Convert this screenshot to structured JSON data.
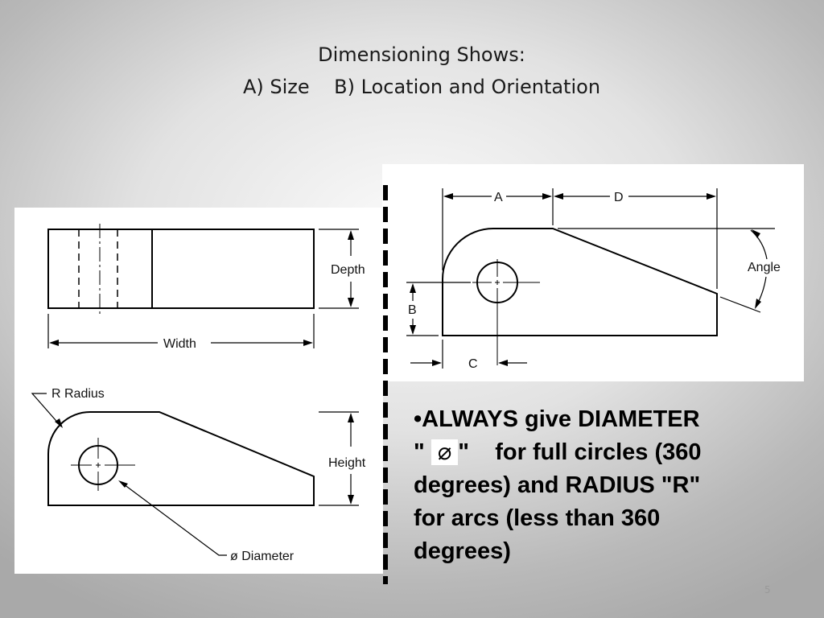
{
  "title": {
    "line1": "Dimensioning Shows:",
    "line2": "A) Size    B) Location and Orientation"
  },
  "diagram_left": {
    "labels": {
      "depth": "Depth",
      "width": "Width",
      "radius": "R Radius",
      "height": "Height",
      "diameter": "ø Diameter"
    }
  },
  "diagram_right": {
    "labels": {
      "a": "A",
      "d": "D",
      "angle": "Angle",
      "b": "B",
      "c": "C"
    }
  },
  "note": {
    "line1": "•ALWAYS give DIAMETER",
    "quote_open": "\"",
    "diameter_symbol": "⌀",
    "quote_close": "\"",
    "line2_rest": "    for full circles (360",
    "line3": "degrees) and RADIUS \"R\"",
    "line4": "for arcs (less than 360",
    "line5": "degrees)"
  },
  "slide_number": "5",
  "colors": {
    "background_center": "#fbfbfb",
    "background_edge": "#a9a9a9",
    "line": "#000000",
    "panel": "#ffffff"
  }
}
